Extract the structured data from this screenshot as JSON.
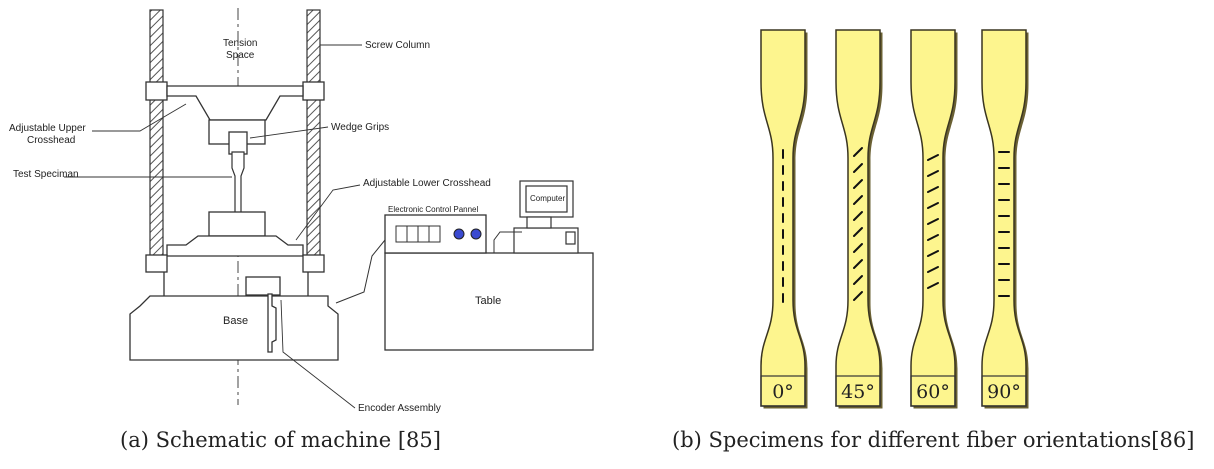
{
  "figure_a": {
    "labels": {
      "tension_space_1": "Tension",
      "tension_space_2": "Space",
      "screw_column": "Screw Column",
      "upper_crosshead_1": "Adjustable Upper",
      "upper_crosshead_2": "Crosshead",
      "wedge_grips": "Wedge Grips",
      "test_specimen": "Test Speciman",
      "lower_crosshead": "Adjustable Lower Crosshead",
      "control_panel": "Electronic Control Pannel",
      "computer": "Computer",
      "table": "Table",
      "base": "Base",
      "encoder": "Encoder Assembly"
    },
    "caption": "(a) Schematic of machine [85]"
  },
  "figure_b": {
    "specimens": [
      {
        "angle": "0°"
      },
      {
        "angle": "45°"
      },
      {
        "angle": "60°"
      },
      {
        "angle": "90°"
      }
    ],
    "fill_color": "#fdf58e",
    "caption": "(b) Specimens for different fiber orientations[86]"
  }
}
